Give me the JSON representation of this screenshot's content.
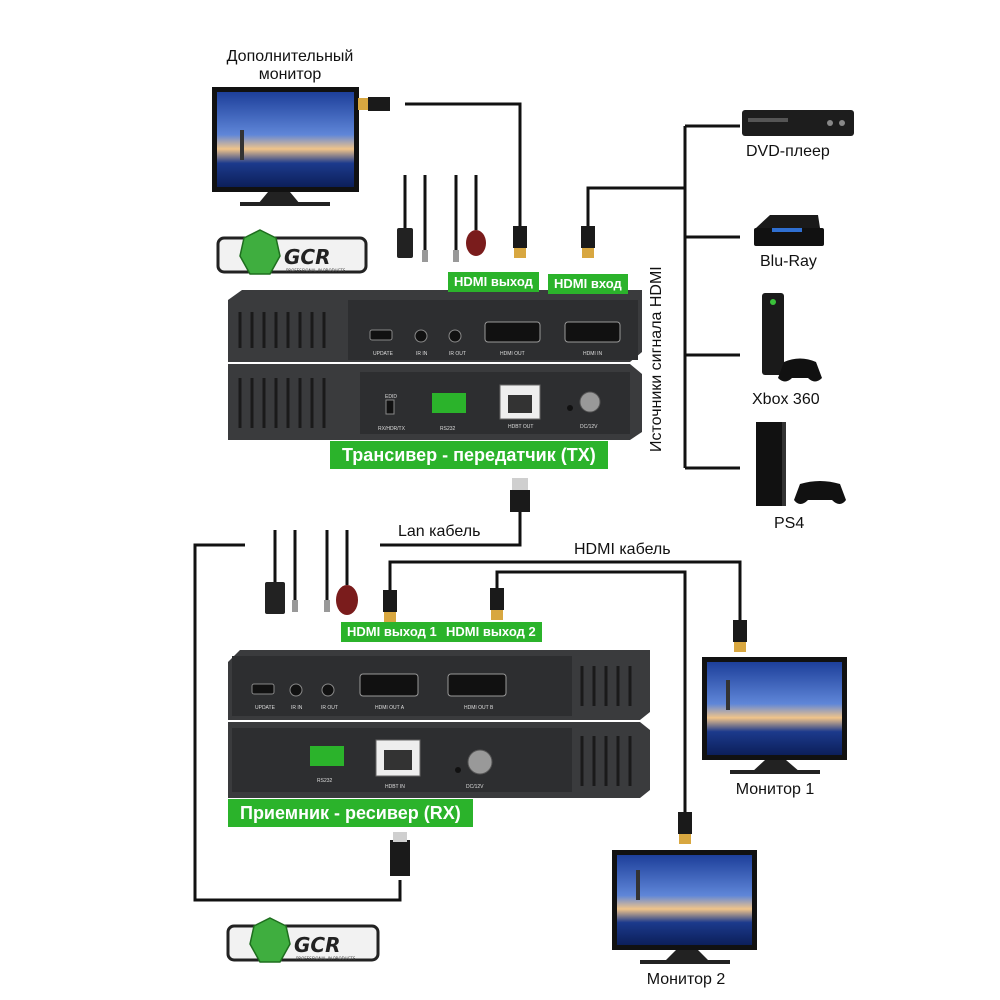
{
  "labels": {
    "extra_monitor_line1": "Дополнительный",
    "extra_monitor_line2": "монитор",
    "dvd": "DVD-плеер",
    "bluray": "Blu-Ray",
    "xbox": "Xbox 360",
    "ps4": "PS4",
    "sources_vertical": "Источники сигнала HDMI",
    "lan_cable": "Lan кабель",
    "hdmi_cable": "HDMI кабель",
    "monitor1": "Монитор 1",
    "monitor2": "Монитор 2"
  },
  "tx": {
    "hdmi_out_tag": "HDMI выход",
    "hdmi_in_tag": "HDMI вход",
    "title": "Трансивер - передатчик (TX)",
    "ports_top": [
      "UPDATE",
      "IR IN",
      "IR OUT",
      "HDMI OUT",
      "HDMI IN"
    ],
    "ports_bottom": [
      "EDID",
      "RX/HDR/TX",
      "RS232",
      "HDBT OUT",
      "DC/12V"
    ]
  },
  "rx": {
    "hdmi_out1_tag": "HDMI выход 1",
    "hdmi_out2_tag": "HDMI выход 2",
    "title": "Приемник - ресивер (RX)",
    "ports_top": [
      "UPDATE",
      "IR IN",
      "IR OUT",
      "HDMI OUT A",
      "HDMI OUT B"
    ],
    "ports_bottom": [
      "RS232",
      "HDBT IN",
      "DC/12V"
    ]
  },
  "logo": {
    "text": "GCR",
    "sub": "PROFESSIONAL IN PRODUCTS"
  },
  "colors": {
    "accent_green": "#2bb32b",
    "device_body": "#3a3b3d",
    "cable": "#111111",
    "hdmi_gold": "#d8a740"
  },
  "icons": [
    "monitor-icon",
    "dvd-player-icon",
    "bluray-player-icon",
    "xbox-console-icon",
    "ps4-console-icon",
    "hdmi-plug-icon",
    "rj45-plug-icon",
    "ir-sensor-icon",
    "gcr-logo"
  ]
}
